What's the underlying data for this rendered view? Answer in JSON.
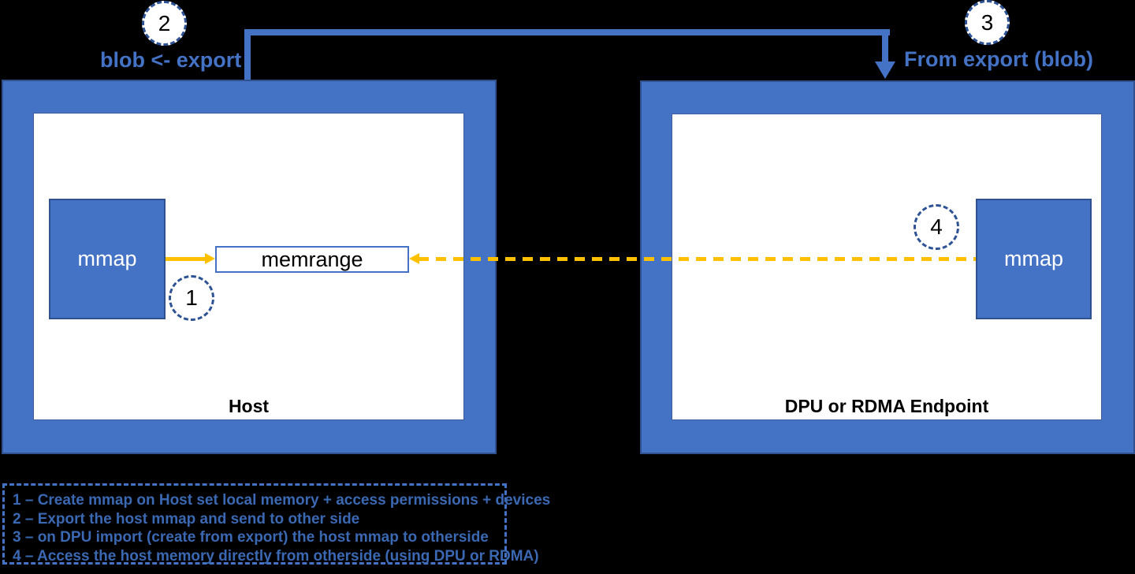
{
  "colors": {
    "background": "#000000",
    "box_fill": "#4472C4",
    "box_border": "#2F528F",
    "circle_border": "#2E5395",
    "arrow_yellow": "#FFC000",
    "label_blue": "#4472C4",
    "legend_text_blue": "#3A68B2"
  },
  "host": {
    "label": "Host",
    "mmap_label": "mmap",
    "memrange_label": "memrange"
  },
  "dpu": {
    "label": "DPU or RDMA Endpoint",
    "mmap_label": "mmap"
  },
  "steps": {
    "s1": {
      "number": "1"
    },
    "s2": {
      "number": "2",
      "label": "blob <- export"
    },
    "s3": {
      "number": "3",
      "label": "From export (blob)"
    },
    "s4": {
      "number": "4"
    }
  },
  "legend": {
    "items": [
      "1 – Create mmap on Host set local memory + access permissions + devices",
      "2 – Export the host mmap and send to other side",
      "3 – on DPU import (create from export) the host mmap to otherside",
      "4 – Access the host memory directly from otherside (using DPU or RDMA)"
    ]
  }
}
